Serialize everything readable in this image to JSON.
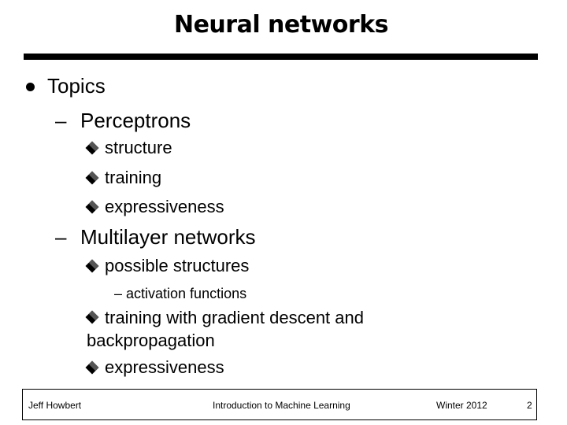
{
  "slide": {
    "title": "Neural networks"
  },
  "outline": {
    "topics": "Topics",
    "dash": "–",
    "perceptrons": "Perceptrons",
    "perceptron_items": [
      "structure",
      "training",
      "expressiveness"
    ],
    "multilayer": "Multilayer networks",
    "multilayer_item_1": "possible structures",
    "sub_item": "– activation functions",
    "multilayer_item_2_line1": "training with gradient descent and",
    "multilayer_item_2_line2": "backpropagation",
    "multilayer_item_3": "expressiveness"
  },
  "footer": {
    "author": "Jeff Howbert",
    "course": "Introduction to Machine Learning",
    "term": "Winter 2012",
    "page": "2"
  }
}
